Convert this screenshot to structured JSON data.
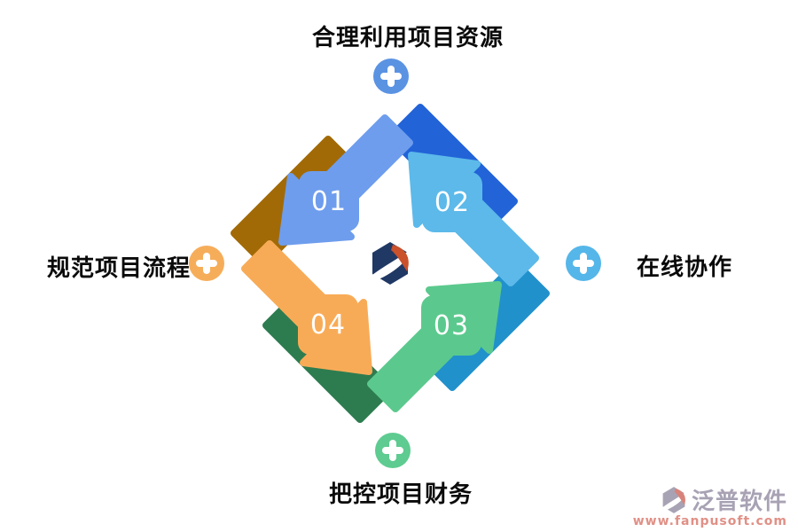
{
  "diagram": {
    "type": "cycle",
    "steps": [
      {
        "number": "01",
        "label": "合理利用项目资源",
        "position": "top",
        "band_color": "#6e9ded",
        "fold_color": "#2263d8",
        "badge_color": "#5b93e3",
        "badge_icon": "plus-icon"
      },
      {
        "number": "02",
        "label": "在线协作",
        "position": "right",
        "band_color": "#5cb9ea",
        "fold_color": "#2191cc",
        "badge_color": "#55b6e9",
        "badge_icon": "plus-icon"
      },
      {
        "number": "03",
        "label": "把控项目财务",
        "position": "bottom",
        "band_color": "#5bc98d",
        "fold_color": "#2d7c50",
        "badge_color": "#5ecb90",
        "badge_icon": "plus-icon"
      },
      {
        "number": "04",
        "label": "规范项目流程",
        "position": "left",
        "band_color": "#f8ab57",
        "fold_color": "#a26a06",
        "badge_color": "#f6ad5a",
        "badge_icon": "plus-icon"
      }
    ],
    "center_logo_colors": {
      "base": "#203864",
      "accent": "#c9512b"
    }
  },
  "watermark": {
    "brand": "泛普软件",
    "url": "www.fanpusoft.com",
    "text_color": "#a8a2b4",
    "url_color": "#e09086"
  }
}
